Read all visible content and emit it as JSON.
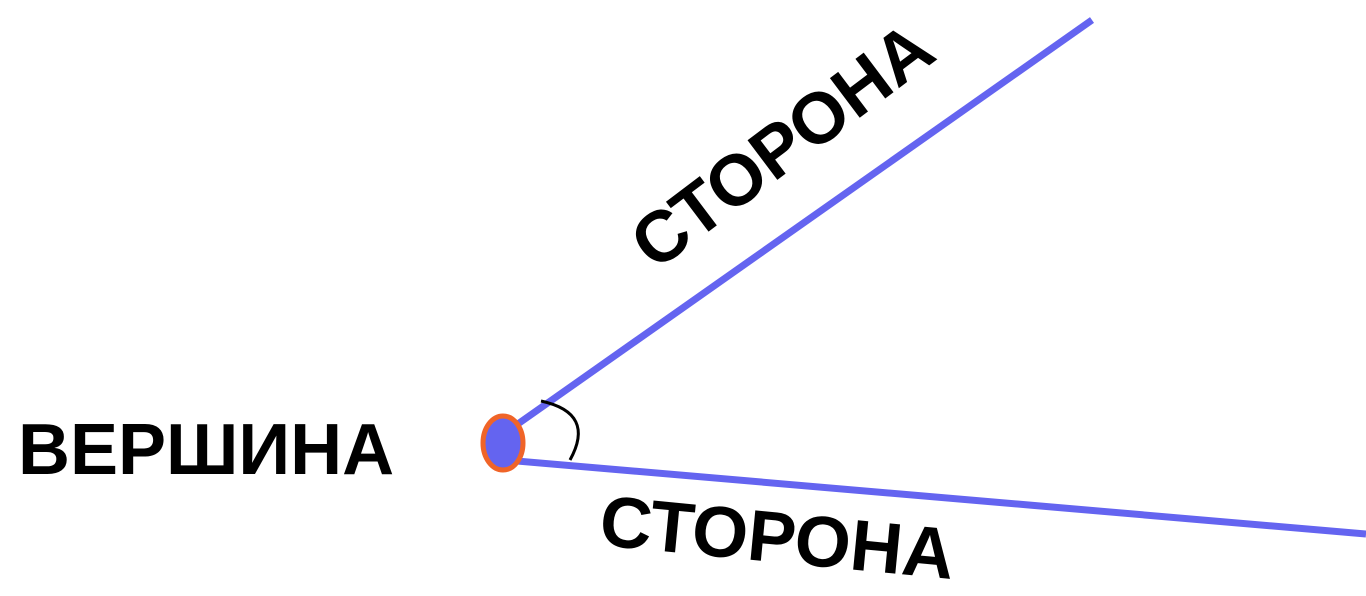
{
  "diagram": {
    "vertex_label": "ВЕРШИНА",
    "upper_side_label": "СТОРОНА",
    "lower_side_label": "СТОРОНА"
  },
  "colors": {
    "ray": "#6464f0",
    "vertex_fill": "#6464f0",
    "vertex_stroke": "#f06428",
    "arc": "#000000",
    "text": "#000000"
  }
}
